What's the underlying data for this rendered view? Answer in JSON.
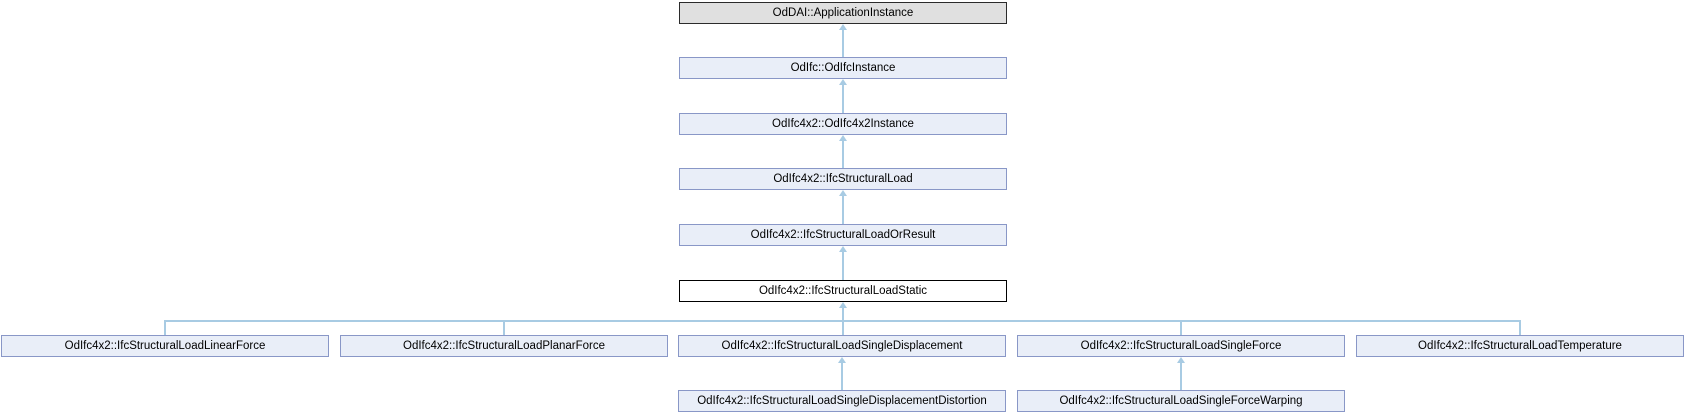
{
  "colors": {
    "node_fill": "#e9eef8",
    "node_border": "#8997c7",
    "base_fill": "#e0e0e0",
    "base_border": "#2b2b2b",
    "current_fill": "#ffffff",
    "current_border": "#000000",
    "edge": "#a8cbe3",
    "text": "#000000"
  },
  "nodes": {
    "chain": [
      {
        "label": "OdDAI::ApplicationInstance",
        "style": "base"
      },
      {
        "label": "OdIfc::OdIfcInstance",
        "style": "class"
      },
      {
        "label": "OdIfc4x2::OdIfc4x2Instance",
        "style": "class"
      },
      {
        "label": "OdIfc4x2::IfcStructuralLoad",
        "style": "class"
      },
      {
        "label": "OdIfc4x2::IfcStructuralLoadOrResult",
        "style": "class"
      },
      {
        "label": "OdIfc4x2::IfcStructuralLoadStatic",
        "style": "current"
      }
    ],
    "children": [
      {
        "label": "OdIfc4x2::IfcStructuralLoadLinearForce"
      },
      {
        "label": "OdIfc4x2::IfcStructuralLoadPlanarForce"
      },
      {
        "label": "OdIfc4x2::IfcStructuralLoadSingleDisplacement"
      },
      {
        "label": "OdIfc4x2::IfcStructuralLoadSingleForce"
      },
      {
        "label": "OdIfc4x2::IfcStructuralLoadTemperature"
      }
    ],
    "grandchildren": [
      {
        "label": "OdIfc4x2::IfcStructuralLoadSingleDisplacementDistortion",
        "parent": "OdIfc4x2::IfcStructuralLoadSingleDisplacement"
      },
      {
        "label": "OdIfc4x2::IfcStructuralLoadSingleForceWarping",
        "parent": "OdIfc4x2::IfcStructuralLoadSingleForce"
      }
    ]
  }
}
